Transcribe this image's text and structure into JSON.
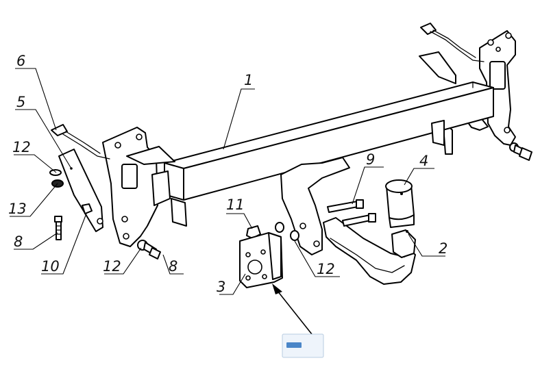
{
  "callouts": {
    "c1": "1",
    "c2": "2",
    "c3": "3",
    "c4": "4",
    "c5": "5",
    "c6": "6",
    "c8a": "8",
    "c8b": "8",
    "c9": "9",
    "c10": "10",
    "c11": "11",
    "c12a": "12",
    "c12b": "12",
    "c12c": "12",
    "c13": "13"
  },
  "colors": {
    "line": "#000000",
    "background": "#ffffff",
    "indicator": "#4a86c8"
  },
  "icons": {
    "pointer": "arrow-icon",
    "target": "label-tag-icon"
  }
}
